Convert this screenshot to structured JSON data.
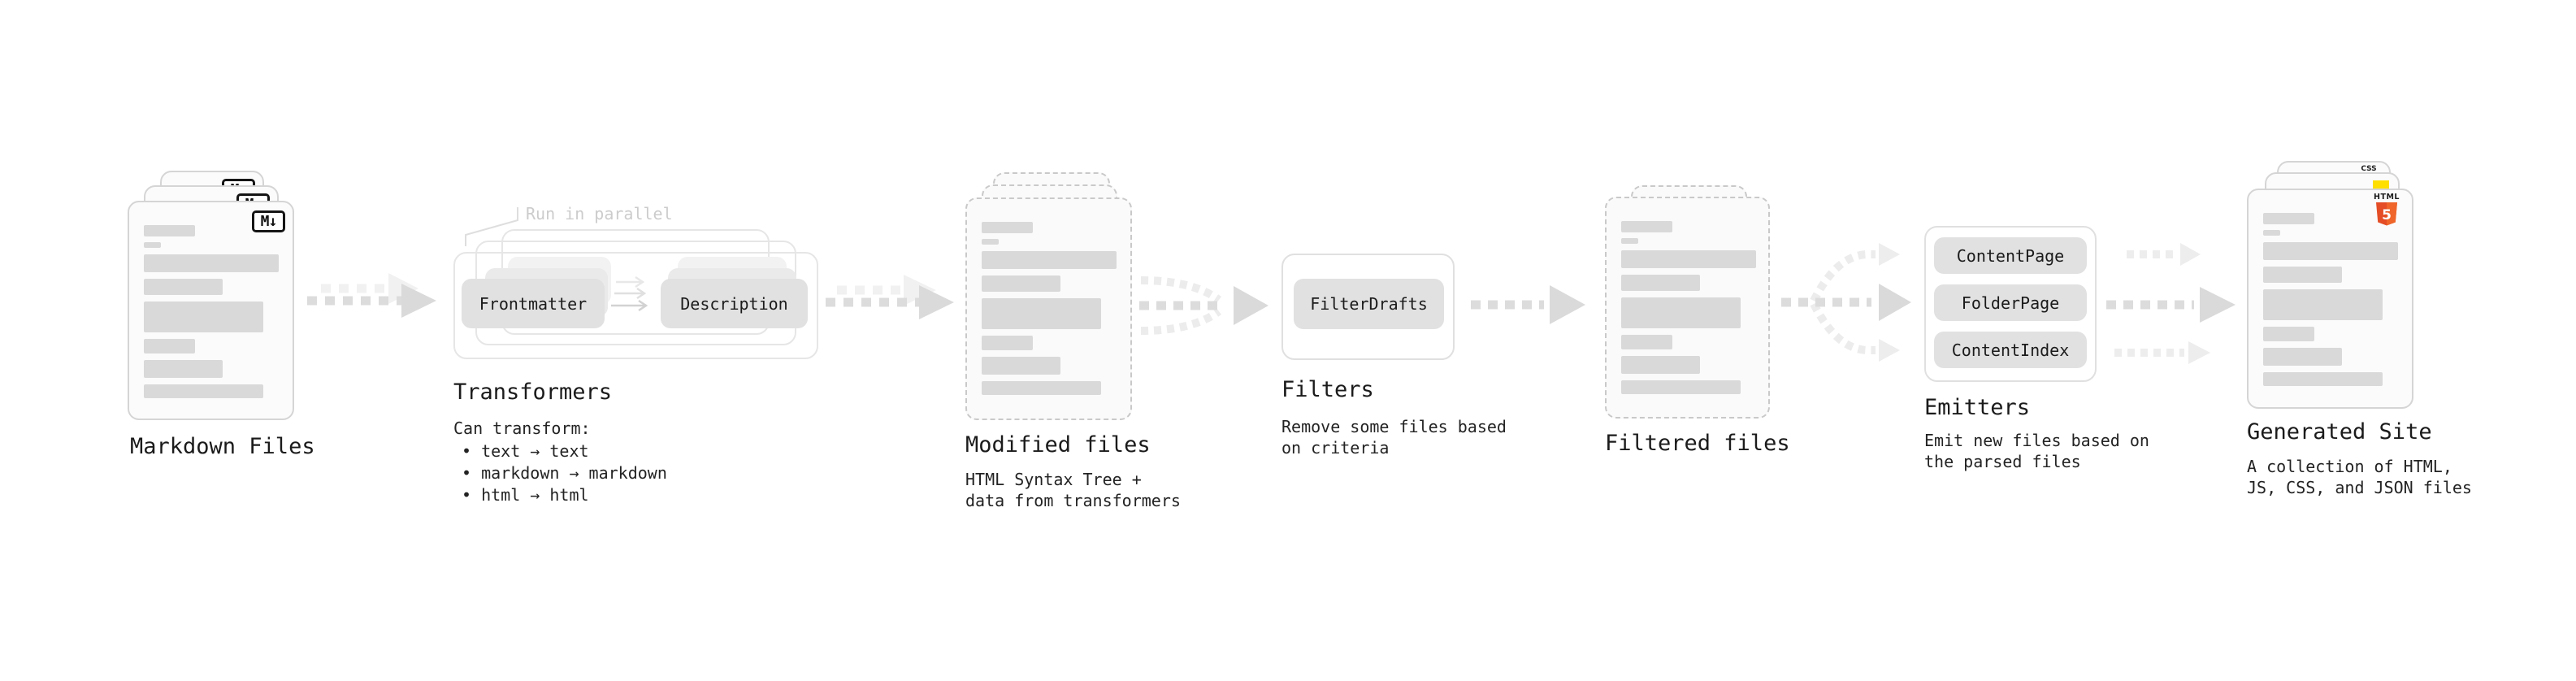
{
  "colors": {
    "html_orange": "#e44d26",
    "js_yellow": "#ffdf00",
    "css_blue": "#2d63e8"
  },
  "stages": {
    "markdown": {
      "title": "Markdown Files",
      "badge": "M↓"
    },
    "transformers": {
      "title": "Transformers",
      "note": "Run in parallel",
      "pill_input": "Frontmatter",
      "pill_output": "Description",
      "desc_heading": "Can transform:",
      "bullets": [
        "• text → text",
        "• markdown → markdown",
        "• html → html"
      ]
    },
    "modified": {
      "title": "Modified files",
      "desc1": "HTML Syntax Tree +",
      "desc2": "data from transformers"
    },
    "filters": {
      "title": "Filters",
      "pill": "FilterDrafts",
      "desc1": "Remove some files based",
      "desc2": "on criteria"
    },
    "filtered": {
      "title": "Filtered files"
    },
    "emitters": {
      "title": "Emitters",
      "pills": [
        "ContentPage",
        "FolderPage",
        "ContentIndex"
      ],
      "desc1": "Emit new files based on",
      "desc2": "the parsed files"
    },
    "generated": {
      "title": "Generated Site",
      "desc1": "A collection of HTML,",
      "desc2": "JS, CSS, and JSON files",
      "badge_css": "CSS",
      "badge_html_label": "HTML",
      "badge_html_number": "5"
    }
  }
}
